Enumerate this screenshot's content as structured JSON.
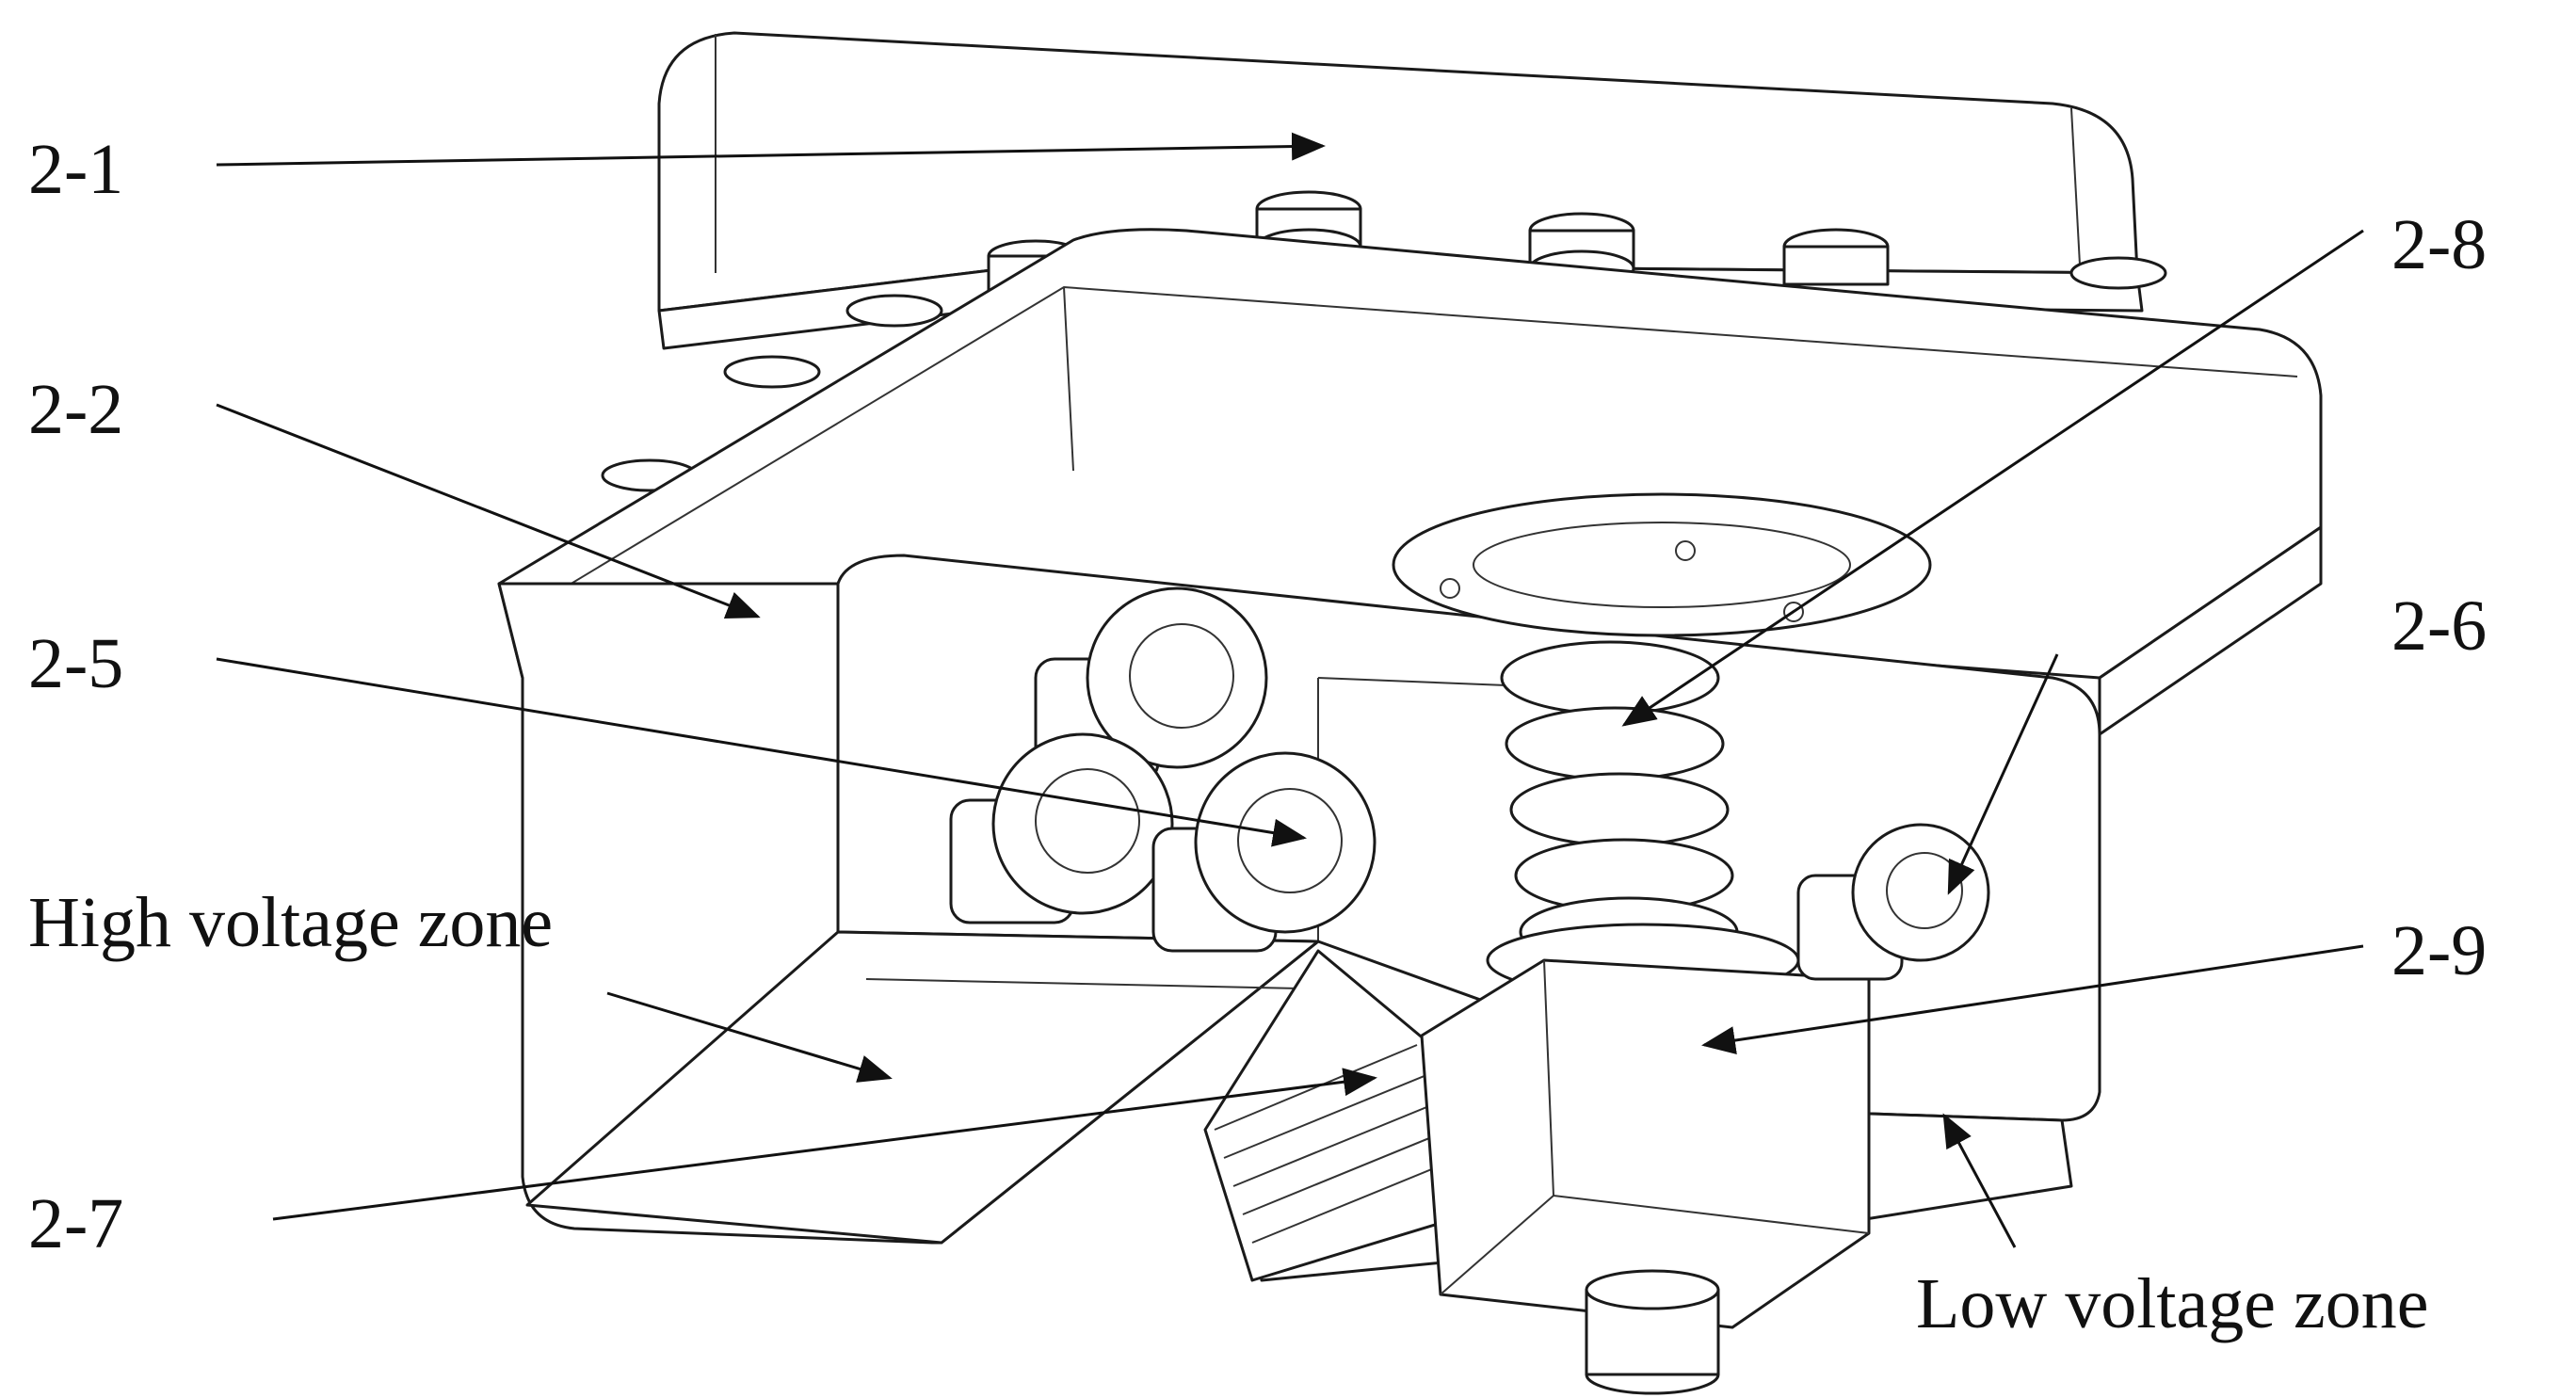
{
  "figure": {
    "labels": [
      {
        "id": "2-1",
        "text": "2-1"
      },
      {
        "id": "2-2",
        "text": "2-2"
      },
      {
        "id": "2-5",
        "text": "2-5"
      },
      {
        "id": "2-6",
        "text": "2-6"
      },
      {
        "id": "2-7",
        "text": "2-7"
      },
      {
        "id": "2-8",
        "text": "2-8"
      },
      {
        "id": "2-9",
        "text": "2-9"
      }
    ],
    "zones": {
      "high": "High voltage zone",
      "low": "Low voltage zone"
    }
  }
}
